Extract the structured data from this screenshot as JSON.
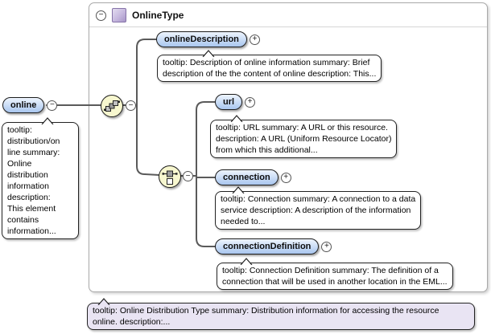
{
  "type_box": {
    "title": "OnlineType"
  },
  "icons": {
    "collapse_glyph": "−",
    "expand_glyph": "+"
  },
  "colors": {
    "capsule_top": "#eef4fd",
    "capsule_bottom": "#a9c6ef",
    "compositor_fill": "#f7f7cf",
    "type_icon_purple": "#b9a7d6",
    "global_tooltip_bg": "#e9e4f3",
    "connector_line": "#5a5a5a"
  },
  "elements": {
    "online": {
      "label": "online",
      "tooltip_lines": [
        "tooltip:",
        "distribution/on",
        "line summary:",
        "Online",
        "distribution",
        "information",
        "description:",
        "This element",
        "contains",
        "information..."
      ]
    },
    "onlineDescription": {
      "label": "onlineDescription",
      "tooltip_lines": [
        "tooltip: Description of online information summary: Brief",
        "description of the the content of online description: This..."
      ]
    },
    "url": {
      "label": "url",
      "tooltip_lines": [
        "tooltip: URL summary: A URL or this resource.",
        "description: A URL (Uniform Resource Locator)",
        "from which this additional..."
      ]
    },
    "connection": {
      "label": "connection",
      "tooltip_lines": [
        "tooltip: Connection summary: A connection to a data",
        "service description: A description of the information",
        "needed to..."
      ]
    },
    "connectionDefinition": {
      "label": "connectionDefinition",
      "tooltip_lines": [
        "tooltip: Connection Definition summary: The definition of a",
        "connection that will be used in another location in the EML..."
      ]
    }
  },
  "global_tooltip": {
    "lines": [
      "tooltip: Online Distribution Type summary: Distribution information for accessing the resource",
      "online. description:..."
    ]
  }
}
